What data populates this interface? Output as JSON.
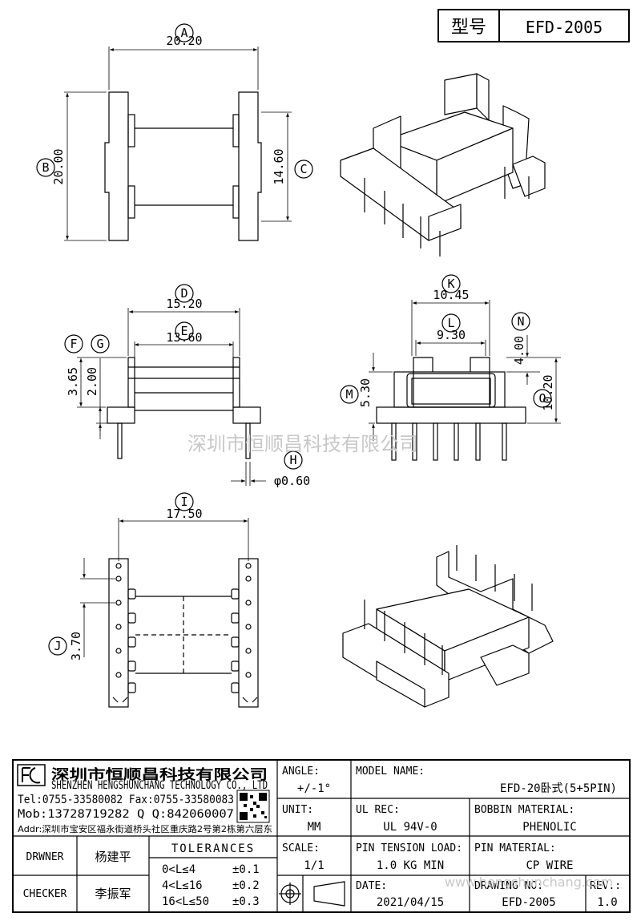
{
  "title_block_top": {
    "model_label": "型号",
    "model_value": "EFD-2005"
  },
  "views": {
    "top": {
      "A": {
        "letter": "A",
        "value": "20.20"
      },
      "B": {
        "letter": "B",
        "value": "20.00"
      },
      "C": {
        "letter": "C",
        "value": "14.60"
      }
    },
    "front": {
      "D": {
        "letter": "D",
        "value": "15.20"
      },
      "E": {
        "letter": "E",
        "value": "13.60"
      },
      "F": {
        "letter": "F",
        "value": "3.65"
      },
      "G": {
        "letter": "G",
        "value": "2.00"
      },
      "H": {
        "letter": "H",
        "value": "φ0.60"
      }
    },
    "side": {
      "K": {
        "letter": "K",
        "value": "10.45"
      },
      "L": {
        "letter": "L",
        "value": "9.30"
      },
      "N": {
        "letter": "N",
        "value": "4.00"
      },
      "M": {
        "letter": "M",
        "value": "5.30"
      },
      "O": {
        "letter": "O",
        "value": "10.20"
      }
    },
    "bottom": {
      "I": {
        "letter": "I",
        "value": "17.50"
      },
      "J": {
        "letter": "J",
        "value": "3.70"
      }
    }
  },
  "watermark": {
    "main": "深圳市恒顺昌科技有限公司",
    "url": "www.hengshunchang.com"
  },
  "company": {
    "name_cn": "深圳市恒顺昌科技有限公司",
    "name_en": "SHENZHEN HENGSHUNCHANG TECHNOLOGY CO., LTD",
    "tel": "Tel:0755-33580082 Fax:0755-33580083",
    "mob": "Mob:13728719282      Q  Q:842060007",
    "addr": "Addr:深圳市宝安区福永街道桥头社区重庆路2号第2栋第六层东"
  },
  "title_block": {
    "angle_label": "ANGLE:",
    "angle_value": "+/-1°",
    "model_name_label": "MODEL NAME:",
    "model_name_value": "EFD-20卧式(5+5PIN)",
    "unit_label": "UNIT:",
    "unit_value": "MM",
    "ul_label": "UL REC:",
    "ul_value": "UL 94V-0",
    "bobbin_label": "BOBBIN MATERIAL:",
    "bobbin_value": "PHENOLIC",
    "drawer_label": "DRWNER",
    "drawer_value": "杨建平",
    "tolerances_label": "TOLERANCES",
    "tolerances": [
      {
        "range": "0<L≤4",
        "value": "±0.1"
      },
      {
        "range": "4<L≤16",
        "value": "±0.2"
      },
      {
        "range": "16<L≤50",
        "value": "±0.3"
      }
    ],
    "scale_label": "SCALE:",
    "scale_value": "1/1",
    "pin_tension_label": "PIN TENSION LOAD:",
    "pin_tension_value": "1.0 KG MIN",
    "pin_material_label": "PIN MATERIAL:",
    "pin_material_value": "CP WIRE",
    "checker_label": "CHECKER",
    "checker_value": "李振军",
    "date_label": "DATE:",
    "date_value": "2021/04/15",
    "drawing_no_label": "DRAWING NO:",
    "drawing_no_value": "EFD-2005",
    "rev_label": "REV.:",
    "rev_value": "1.0"
  }
}
